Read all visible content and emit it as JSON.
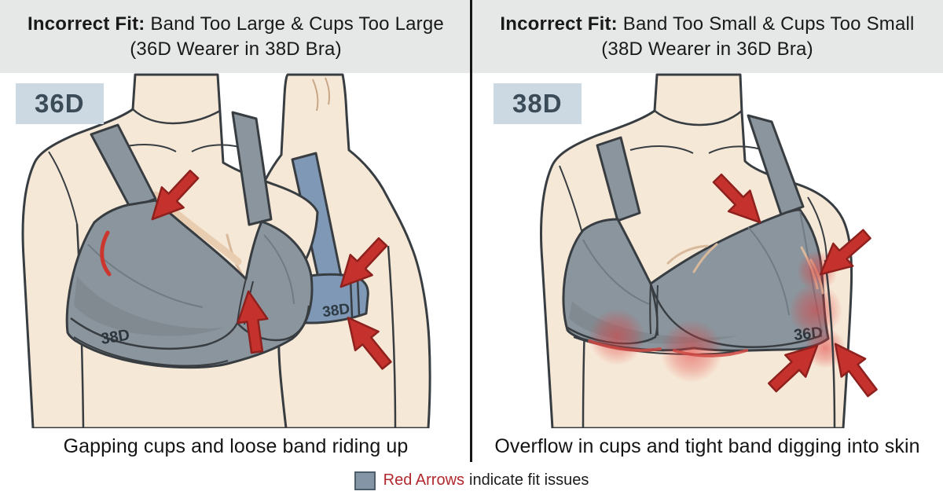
{
  "panels": [
    {
      "title_bold": "Incorrect Fit:",
      "title_rest": "Band Too Large & Cups Too Large",
      "title_line2": "(36D Wearer in 38D Bra)",
      "badge": "36D",
      "caption": "Gapping cups and loose band riding up",
      "front_band_label": "38D",
      "back_band_label": "38D"
    },
    {
      "title_bold": "Incorrect Fit:",
      "title_rest": "Band Too Small & Cups Too Small",
      "title_line2": "(38D Wearer in 36D Bra)",
      "badge": "38D",
      "caption": "Overflow in cups and tight band digging into skin",
      "band_label": "36D"
    }
  ],
  "legend": {
    "red_label": "Red Arrows",
    "rest_label": "indicate fit issues",
    "swatch_color": "#8496a5"
  },
  "colors": {
    "title_bg": "#e6e7e7",
    "badge_bg": "#ccd9e3",
    "badge_text": "#3b4c58",
    "skin": "#f6e8d6",
    "outline": "#383d42",
    "bra_gray": "#8b959d",
    "bra_blue": "#7e98b5",
    "arrow_red": "#c5322d",
    "irritation_red": "#e03a3a",
    "divider": "#161616"
  }
}
